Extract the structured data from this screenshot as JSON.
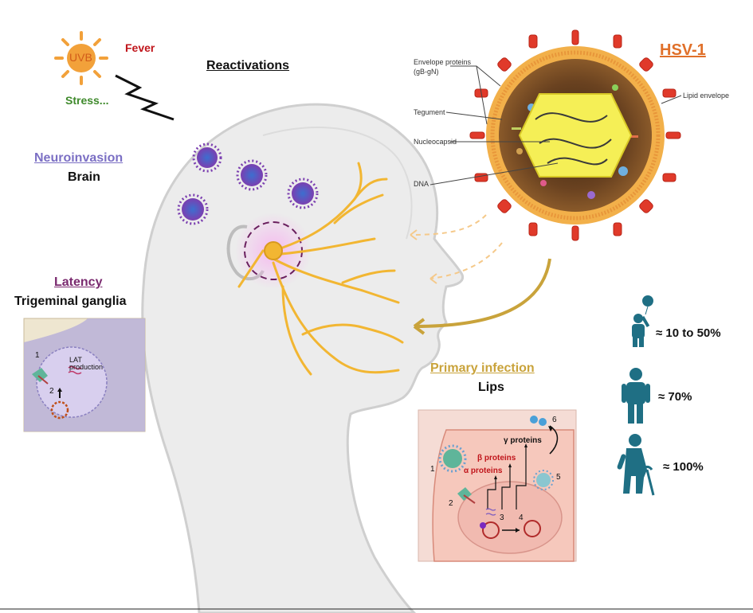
{
  "triggers": {
    "uvb": "UVB",
    "fever": "Fever",
    "stress": "Stress..."
  },
  "titles": {
    "reactivations": "Reactivations",
    "neuroinvasion": "Neuroinvasion",
    "brain": "Brain",
    "latency": "Latency",
    "trigeminal": "Trigeminal ganglia",
    "primary": "Primary infection",
    "lips": "Lips",
    "virus": "HSV-1"
  },
  "virus_labels": {
    "envelope_proteins": "Envelope proteins",
    "envelope_proteins_sub": "(gB-gN)",
    "tegument": "Tegument",
    "nucleocapsid": "Nucleocapsid",
    "dna": "DNA",
    "lipid_envelope": "Lipid envelope"
  },
  "latency_inset": {
    "step1": "1",
    "step2": "2",
    "lat": "LAT",
    "production": "production"
  },
  "primary_inset": {
    "alpha": "α proteins",
    "beta": "β proteins",
    "gamma": "γ proteins",
    "steps": [
      "1",
      "2",
      "3",
      "4",
      "5",
      "6"
    ]
  },
  "prevalence": [
    {
      "label": "≈ 10 to 50%",
      "icon": "child-balloon-icon"
    },
    {
      "label": "≈ 70%",
      "icon": "adult-icon"
    },
    {
      "label": "≈ 100%",
      "icon": "elderly-cane-icon"
    }
  ],
  "colors": {
    "neuroinvasion": "#7b6fc4",
    "latency": "#7a2a6f",
    "primary": "#c9a33b",
    "virus": "#e0702a",
    "fever": "#c0151b",
    "stress": "#3f8a2c",
    "nerve": "#f2b632",
    "person_icon": "#1f6f84"
  }
}
